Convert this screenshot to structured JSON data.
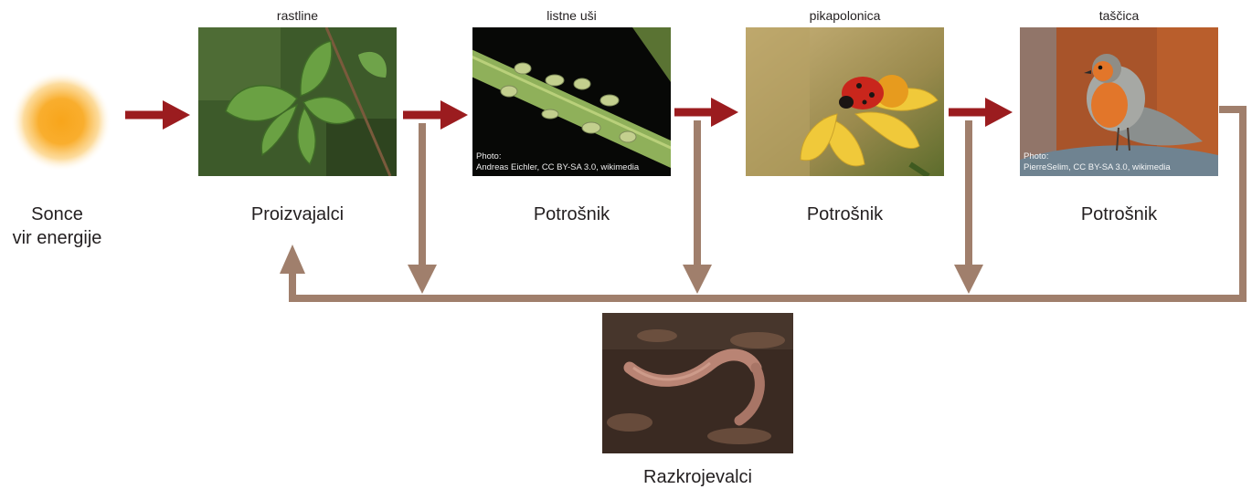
{
  "source": {
    "name": "Sonce",
    "subtitle": "vir energije",
    "icon": "sun-icon"
  },
  "chain": [
    {
      "caption": "rastline",
      "role": "Proizvajalci",
      "photo": "plant-leaves-photo"
    },
    {
      "caption": "listne uši",
      "role": "Potrošnik",
      "photo": "aphids-photo",
      "credit_line1": "Photo:",
      "credit_line2": "Andreas Eichler, CC BY-SA 3.0, wikimedia"
    },
    {
      "caption": "pikapolonica",
      "role": "Potrošnik",
      "photo": "ladybird-photo"
    },
    {
      "caption": "taščica",
      "role": "Potrošnik",
      "photo": "robin-photo",
      "credit_line1": "Photo:",
      "credit_line2": "PierreSelim, CC BY-SA 3.0, wikimedia"
    }
  ],
  "decomposers": {
    "role": "Razkrojevalci",
    "photo": "earthworm-photo"
  },
  "colors": {
    "energy_arrow": "#9b1c1f",
    "decomposition_arrow": "#a07f6c",
    "sun": "#f7a11a"
  }
}
